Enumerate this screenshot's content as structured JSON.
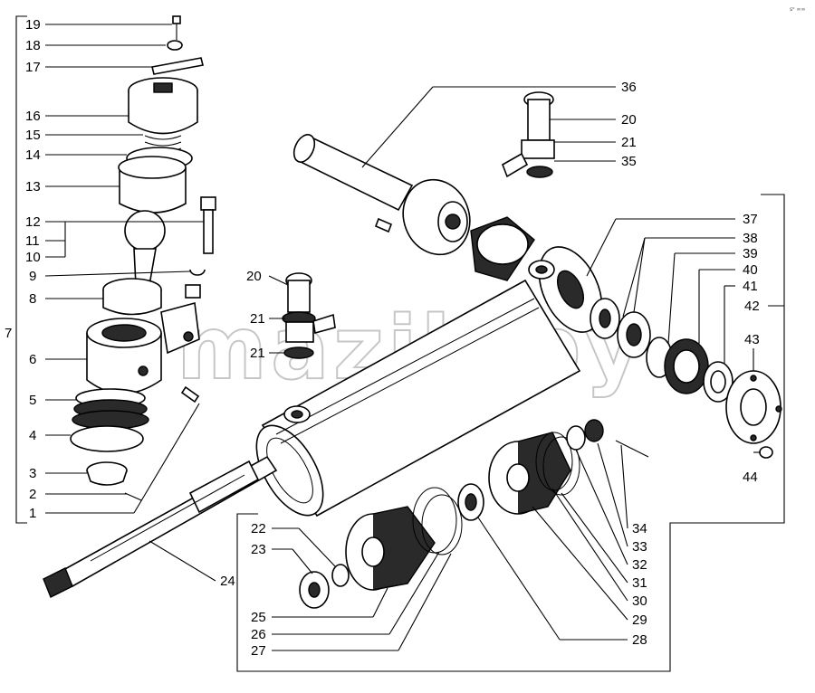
{
  "watermark": "mazik.by",
  "corner_mark": "sᵒ ∞∞",
  "callouts": {
    "n1": "1",
    "n2": "2",
    "n3": "3",
    "n4": "4",
    "n5": "5",
    "n6": "6",
    "n7": "7",
    "n8": "8",
    "n9": "9",
    "n10": "10",
    "n11": "11",
    "n12": "12",
    "n13": "13",
    "n14": "14",
    "n15": "15",
    "n16": "16",
    "n17": "17",
    "n18": "18",
    "n19": "19",
    "n20a": "20",
    "n21a": "21",
    "n21b": "21",
    "n20b": "20",
    "n21c": "21",
    "n35": "35",
    "n36": "36",
    "n37": "37",
    "n38": "38",
    "n39": "39",
    "n40": "40",
    "n41": "41",
    "n42": "42",
    "n43": "43",
    "n44": "44",
    "n22": "22",
    "n23": "23",
    "n24": "24",
    "n25": "25",
    "n26": "26",
    "n27": "27",
    "n28": "28",
    "n29": "29",
    "n30": "30",
    "n31": "31",
    "n32": "32",
    "n33": "33",
    "n34": "34"
  }
}
